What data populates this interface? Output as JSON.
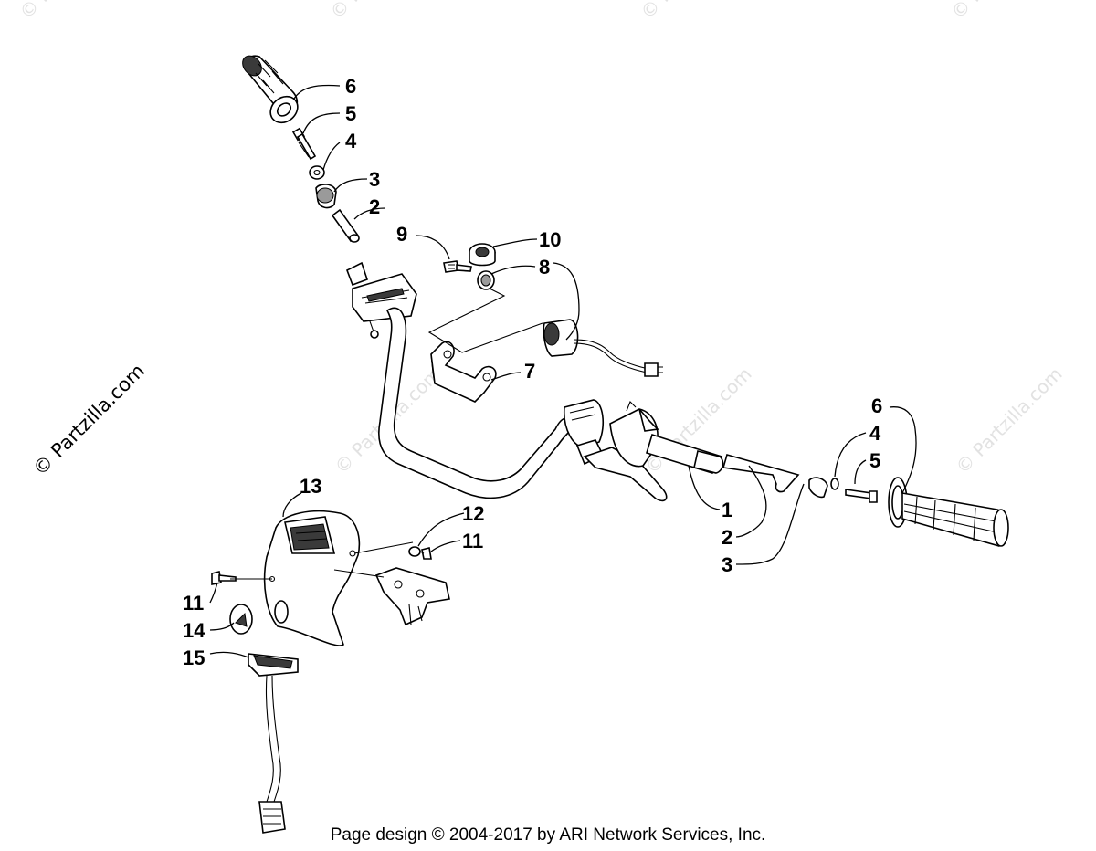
{
  "watermark": {
    "main": "© Partzilla.com",
    "faint": "© Partzilla.com"
  },
  "callouts": {
    "left_grip": "6",
    "left_screw": "5",
    "left_washer": "4",
    "left_end_cap": "3",
    "left_plug": "2",
    "key": "9",
    "nut": "10",
    "switch_nut": "8",
    "bracket": "7",
    "right_handlebar_grip_sleeve": "1",
    "right_plug": "2",
    "right_end_cap": "3",
    "right_grip": "6",
    "right_washer": "4",
    "right_screw": "5",
    "cover": "13",
    "cover_washer": "12",
    "cover_screw_right": "11",
    "cover_screw_left": "11",
    "decal": "14",
    "indicator_light": "15"
  },
  "footer": "Page design © 2004-2017 by ARI Network Services, Inc."
}
